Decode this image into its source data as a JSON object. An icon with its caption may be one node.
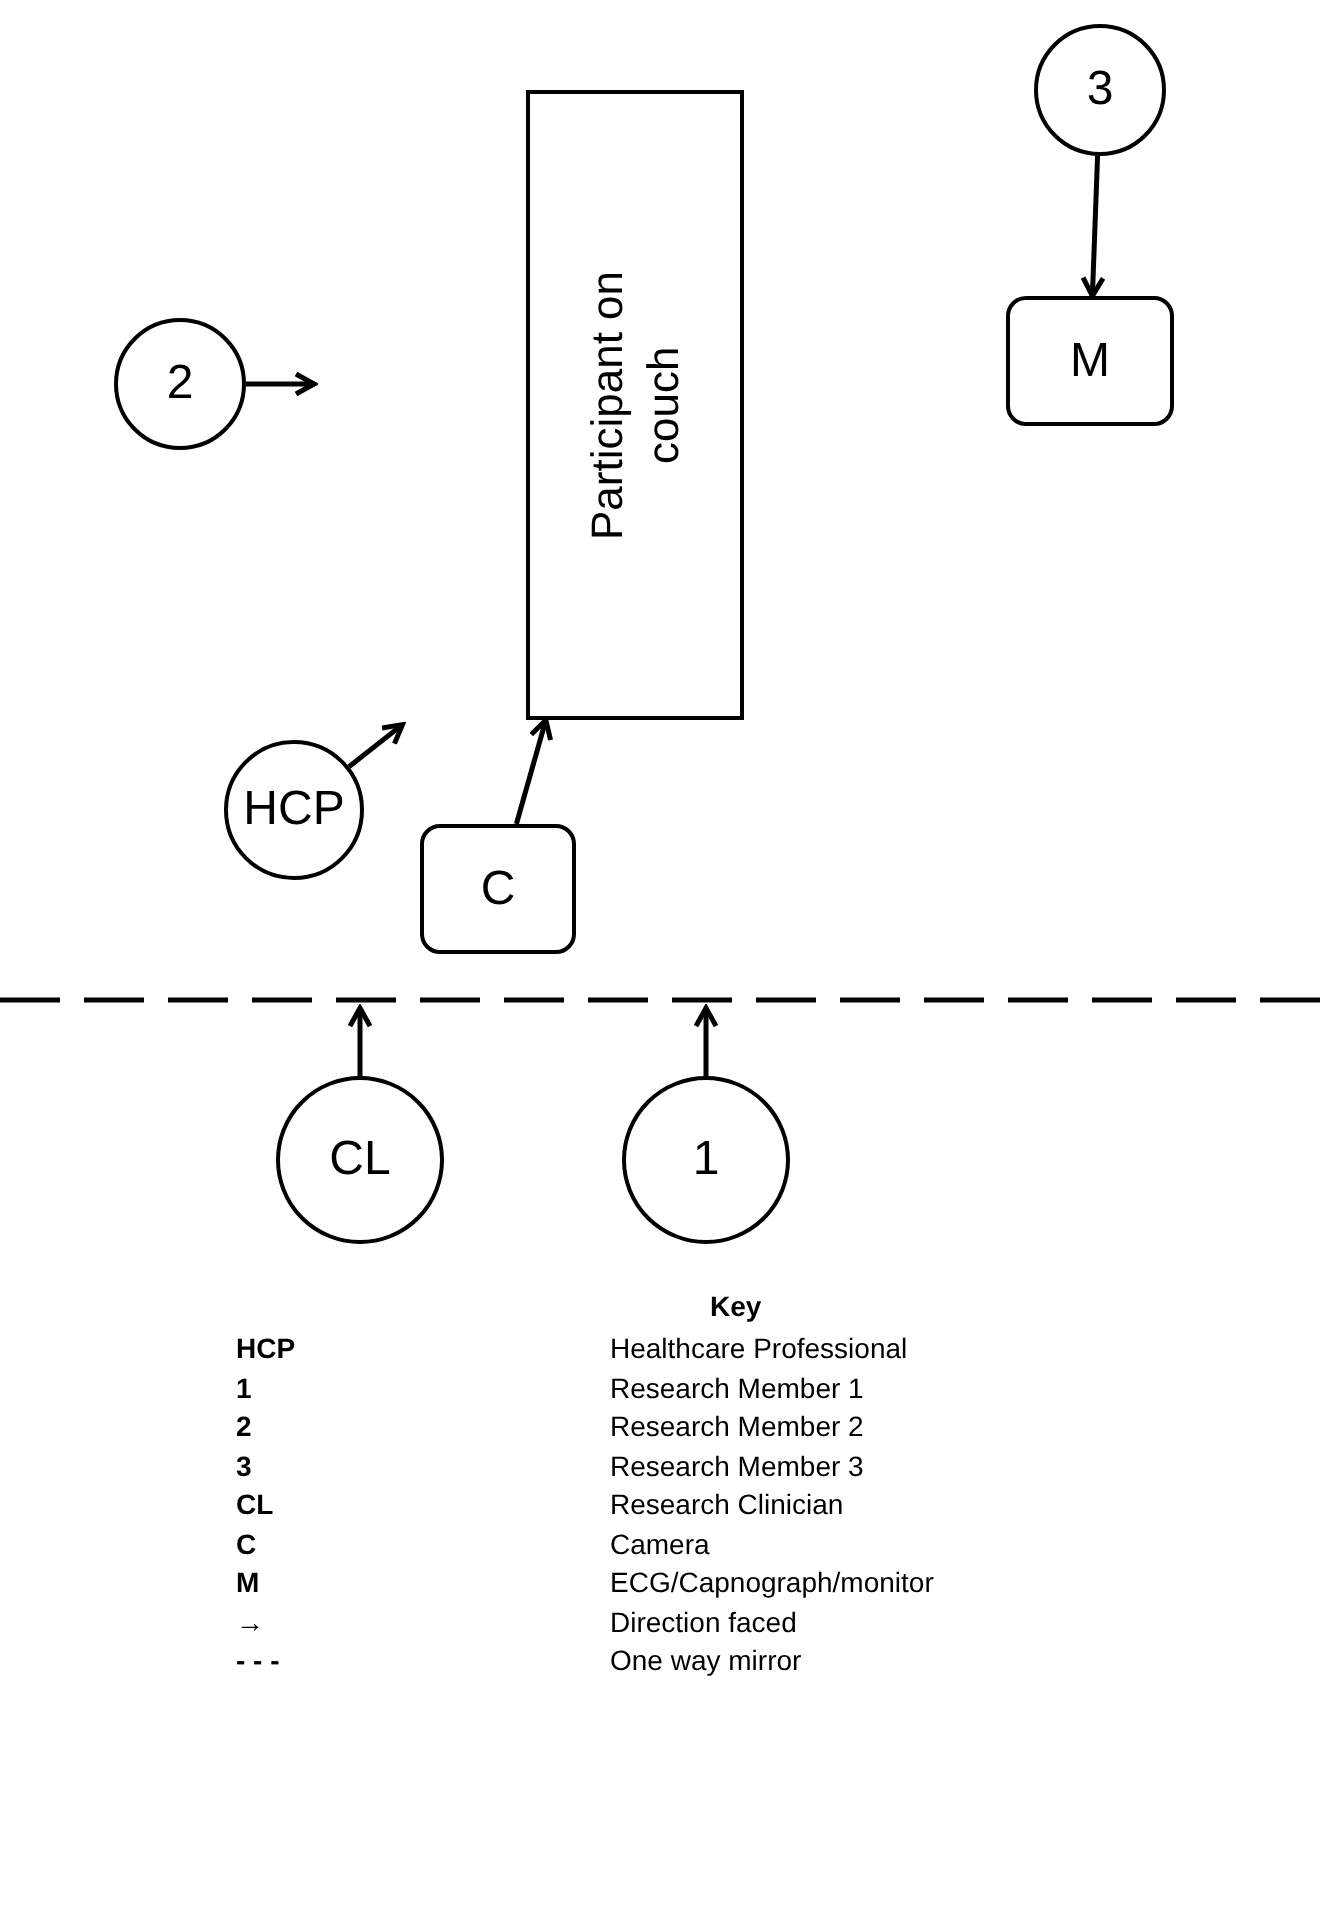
{
  "diagram": {
    "nodes": [
      {
        "text": [
          "3"
        ]
      },
      {
        "text": [
          "Participant on couch"
        ]
      },
      {
        "text": [
          "M"
        ]
      },
      {
        "text": [
          "2"
        ]
      },
      {
        "text": [
          "HCP"
        ]
      },
      {
        "text": [
          "C"
        ]
      },
      {
        "text": [
          "CL"
        ]
      },
      {
        "text": [
          "1"
        ]
      }
    ],
    "edges": [
      {
        "from": 0,
        "to": 2,
        "arrow": "to"
      },
      {
        "from": 5,
        "to": 1,
        "arrow": "to"
      },
      {
        "from": 3,
        "to": null,
        "arrow": "to"
      },
      {
        "from": 4,
        "to": null,
        "arrow": "to"
      },
      {
        "from": 6,
        "to": null,
        "arrow": "to"
      },
      {
        "from": 7,
        "to": null,
        "arrow": "to"
      }
    ],
    "labels": [
      "Key",
      "HCP",
      "Healthcare Professional",
      "1",
      "Research Member 1",
      "2",
      "Research Member 2",
      "3",
      "Research Member 3",
      "CL",
      "Research Clinician",
      "C",
      "Camera",
      "M",
      "ECG/Capnograph/monitor",
      "→",
      "Direction faced",
      "- - -",
      "One way mirror"
    ]
  }
}
